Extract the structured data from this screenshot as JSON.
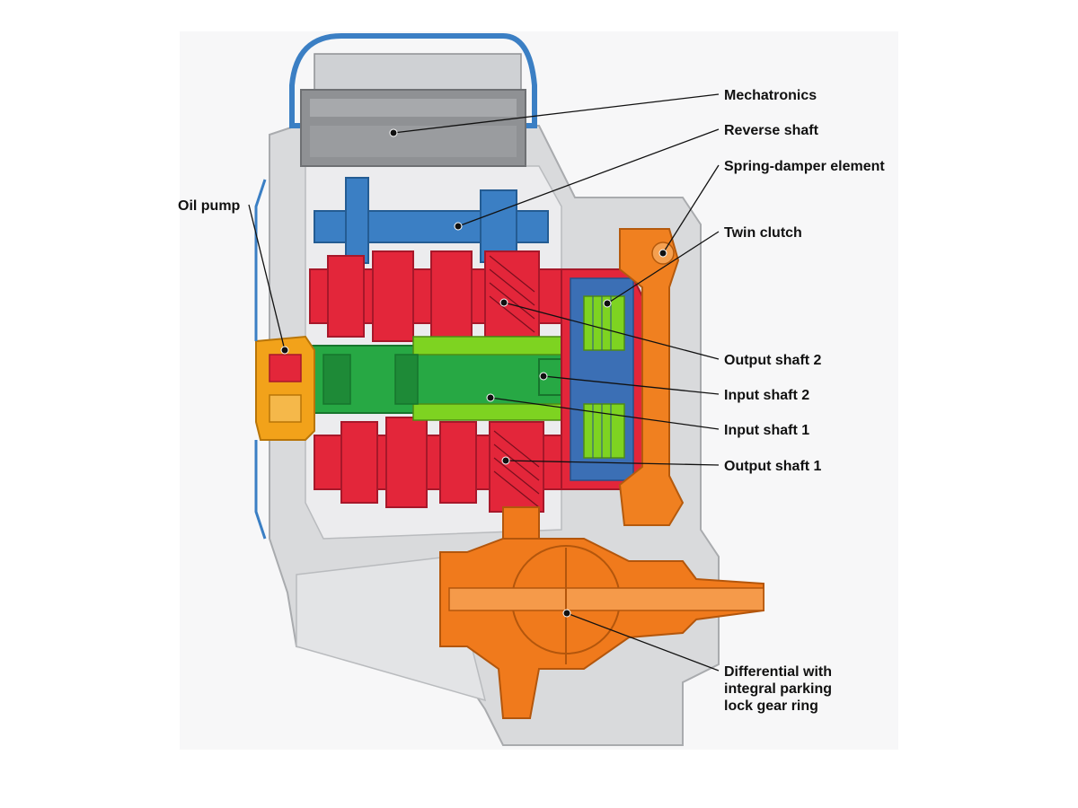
{
  "labels": {
    "mechatronics": "Mechatronics",
    "reverse_shaft": "Reverse shaft",
    "spring_damper": "Spring-damper element",
    "twin_clutch": "Twin clutch",
    "oil_pump": "Oil pump",
    "output_shaft_2": "Output shaft 2",
    "input_shaft_2": "Input shaft 2",
    "input_shaft_1": "Input shaft 1",
    "output_shaft_1": "Output shaft 1",
    "differential_line1": "Differential with",
    "differential_line2": "integral parking",
    "differential_line3": "lock gear ring"
  },
  "colors": {
    "housing": "#d9dadc",
    "housing_outline": "#a9abae",
    "mechatronics": "#8f9194",
    "reverse_shaft": "#3b7fc4",
    "output_shafts": "#e3263a",
    "input_shafts": "#27a844",
    "input_shaft_light": "#7ed321",
    "twin_clutch_housing": "#3b6fb5",
    "spring_damper": "#f08020",
    "differential": "#f07a1c",
    "oil_pump": "#f2a21a"
  }
}
